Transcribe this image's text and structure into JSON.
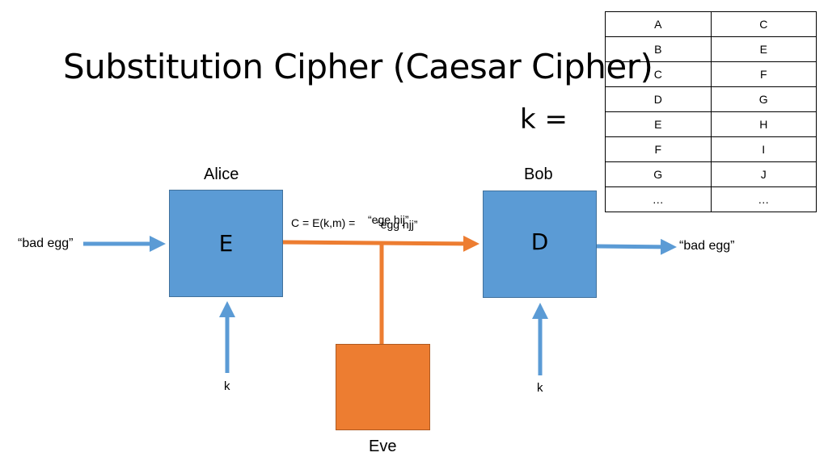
{
  "title": "Substitution Cipher (Caesar Cipher)",
  "key_label": "k =",
  "table": {
    "rows": [
      [
        "A",
        "C"
      ],
      [
        "B",
        "E"
      ],
      [
        "C",
        "F"
      ],
      [
        "D",
        "G"
      ],
      [
        "E",
        "H"
      ],
      [
        "F",
        "I"
      ],
      [
        "G",
        "J"
      ],
      [
        "…",
        "…"
      ]
    ]
  },
  "alice": {
    "name": "Alice",
    "box_letter": "E",
    "input": "“bad egg”",
    "key": "k"
  },
  "bob": {
    "name": "Bob",
    "box_letter": "D",
    "output": "“bad egg”",
    "key": "k"
  },
  "eve": {
    "name": "Eve"
  },
  "channel": {
    "equation": "C = E(k,m) = ",
    "ciphertext_a": "“egg hjj”",
    "ciphertext_b": "“ege hij”"
  },
  "colors": {
    "box": "#5b9bd5",
    "eve": "#ed7d31",
    "arrow_blue": "#5b9bd5",
    "arrow_orange": "#ed7d31"
  }
}
